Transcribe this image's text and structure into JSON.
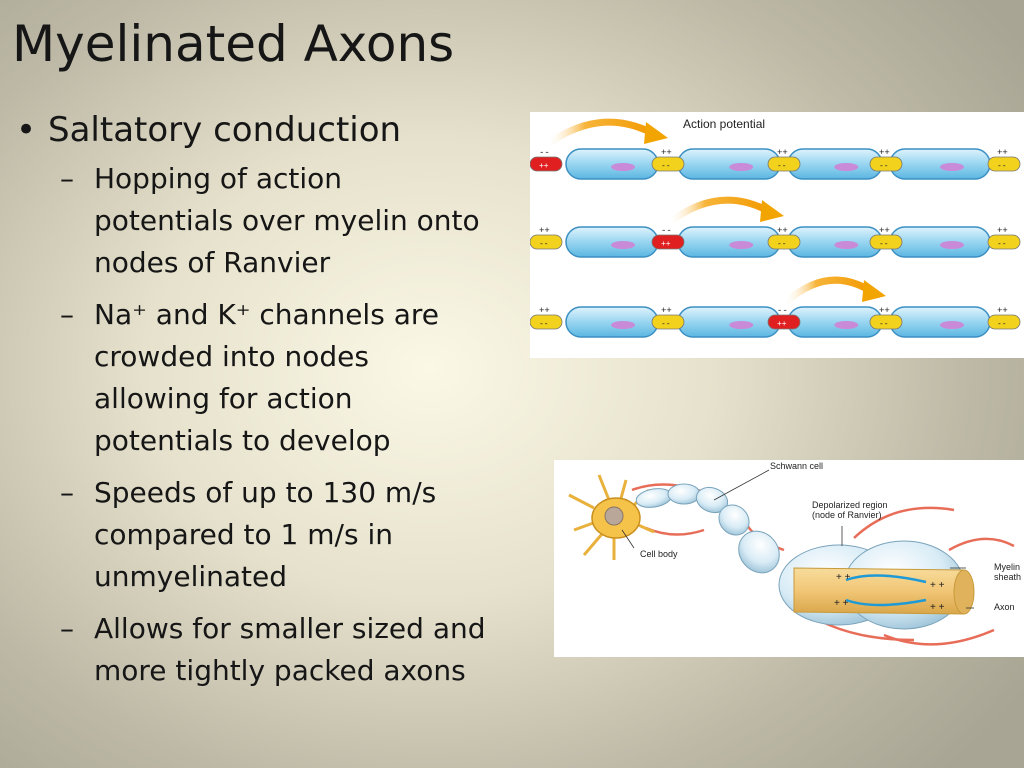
{
  "slide": {
    "title": "Myelinated Axons",
    "bullet": "Saltatory conduction",
    "subbullets": [
      "Hopping of action\npotentials over myelin onto\nnodes of Ranvier",
      "Na⁺ and K⁺ channels are\ncrowded into nodes\nallowing for action\npotentials to develop",
      "Speeds of up to 130 m/s\ncompared to 1 m/s in\nunmyelinated",
      "Allows for smaller sized and\nmore tightly packed axons"
    ]
  },
  "figure1": {
    "arrow_label": "Action potential",
    "plus": "++",
    "minus": "--"
  },
  "figure2": {
    "schwann": "Schwann cell",
    "depolarized_1": "Depolarized region",
    "depolarized_2": "(node of Ranvier)",
    "cell_body": "Cell body",
    "myelin_1": "Myelin",
    "myelin_2": "sheath",
    "axon": "Axon"
  },
  "colors": {
    "myelin_fill": "#9fd8f2",
    "node_yellow": "#f2d21c",
    "node_red": "#e02020",
    "ap_arrow": "#f2a400",
    "axon_tan": "#f1c676"
  }
}
